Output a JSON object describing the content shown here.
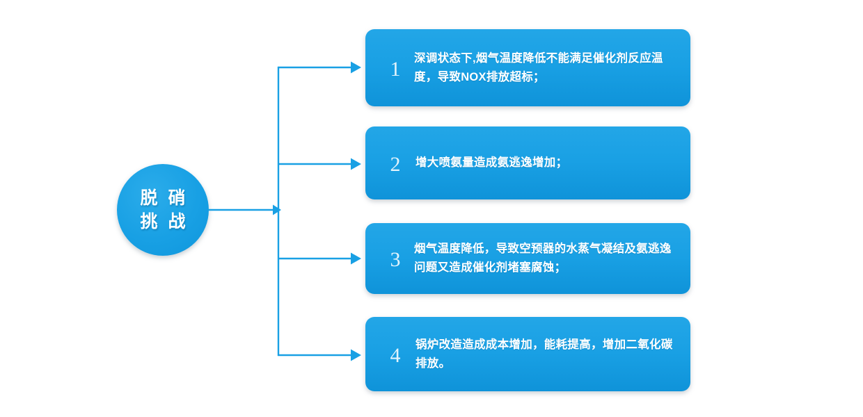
{
  "diagram": {
    "type": "radial-branch-list",
    "background_color": "#ffffff",
    "accent_color": "#19a0e4",
    "hub": {
      "name": "脱硝挑战",
      "line1": "脱 硝",
      "line2": "挑 战",
      "text_color": "#ffffff",
      "fill_color": "#19a0e4"
    },
    "connector": {
      "color": "#19a0e4",
      "style": "orthogonal-with-arrowheads",
      "branch_count": 4
    },
    "items": [
      {
        "number": "1",
        "text": "深调状态下,烟气温度降低不能满足催化剂反应温度，导致NOX排放超标；"
      },
      {
        "number": "2",
        "text": "增大喷氨量造成氨逃逸增加；"
      },
      {
        "number": "3",
        "text": "烟气温度降低，导致空预器的水蒸气凝结及氨逃逸问题又造成催化剂堵塞腐蚀；"
      },
      {
        "number": "4",
        "text": "锅炉改造造成成本增加，能耗提高，增加二氧化碳排放。"
      }
    ]
  }
}
